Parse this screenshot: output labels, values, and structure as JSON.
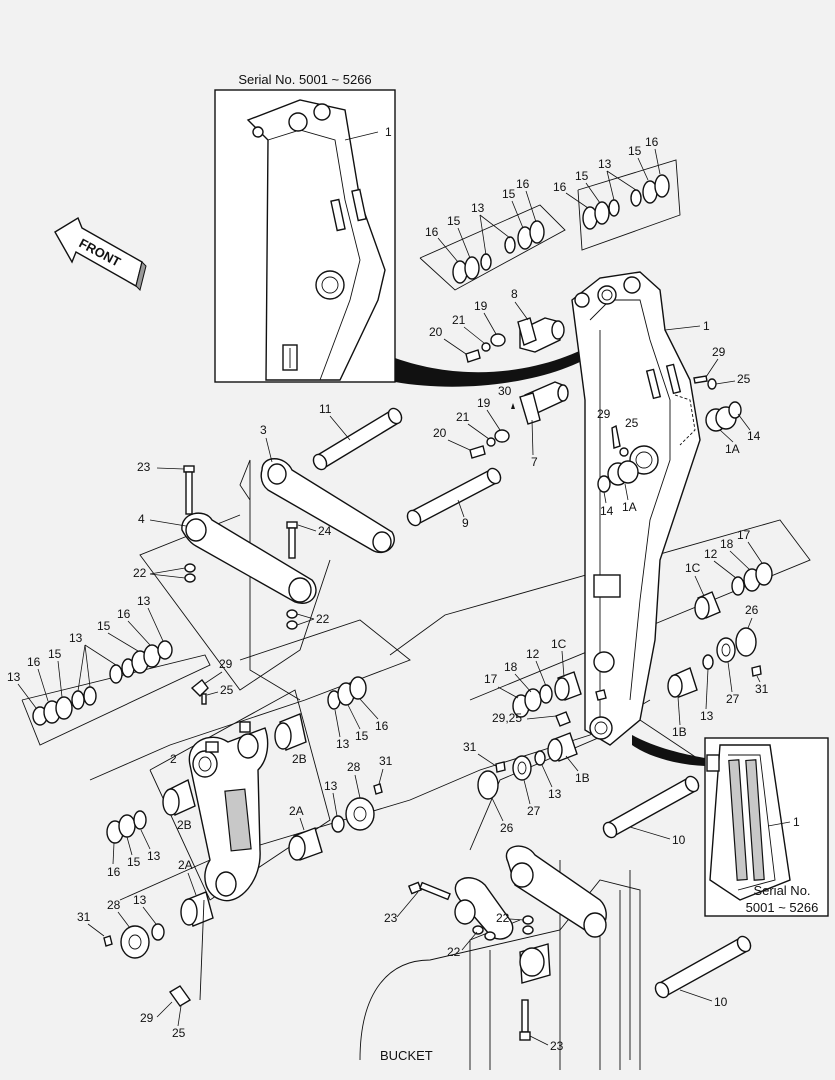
{
  "inset_top": {
    "caption": "Serial No. 5001 ~ 5266",
    "part": "1"
  },
  "inset_bottom": {
    "caption_line1": "Serial No.",
    "caption_line2": "5001 ~ 5266",
    "part": "1"
  },
  "front_arrow": {
    "label": "FRONT",
    "icon": "front-arrow-icon"
  },
  "bucket_label": "BUCKET",
  "callouts": {
    "c1_main": "1",
    "c1a_a": "1A",
    "c1a_b": "1A",
    "c1b_a": "1B",
    "c1b_b": "1B",
    "c1c_a": "1C",
    "c1c_b": "1C",
    "c2": "2",
    "c2a_a": "2A",
    "c2a_b": "2A",
    "c2b_a": "2B",
    "c2b_b": "2B",
    "c3": "3",
    "c4": "4",
    "c7": "7",
    "c8": "8",
    "c9": "9",
    "c10_a": "10",
    "c10_b": "10",
    "c11": "11",
    "c12_a": "12",
    "c12_b": "12",
    "c13_a": "13",
    "c13_b": "13",
    "c13_c": "13",
    "c13_d": "13",
    "c13_e": "13",
    "c13_f": "13",
    "c13_g": "13",
    "c13_h": "13",
    "c13_i": "13",
    "c13_j": "13",
    "c13_k": "13",
    "c13_l": "13",
    "c14_a": "14",
    "c14_b": "14",
    "c15_a": "15",
    "c15_b": "15",
    "c15_c": "15",
    "c15_d": "15",
    "c15_e": "15",
    "c15_f": "15",
    "c15_g": "15",
    "c15_h": "15",
    "c16_a": "16",
    "c16_b": "16",
    "c16_c": "16",
    "c16_d": "16",
    "c16_e": "16",
    "c16_f": "16",
    "c16_g": "16",
    "c16_h": "16",
    "c17_a": "17",
    "c17_b": "17",
    "c18_a": "18",
    "c18_b": "18",
    "c19_a": "19",
    "c19_b": "19",
    "c20_a": "20",
    "c20_b": "20",
    "c21_a": "21",
    "c21_b": "21",
    "c22_a": "22",
    "c22_b": "22",
    "c22_c": "22",
    "c22_d": "22",
    "c23_a": "23",
    "c23_b": "23",
    "c23_c": "23",
    "c24": "24",
    "c25_a": "25",
    "c25_b": "25",
    "c25_c": "25",
    "c25_d": "25",
    "c29_25": "29,25",
    "c26_a": "26",
    "c26_b": "26",
    "c27_a": "27",
    "c27_b": "27",
    "c28_a": "28",
    "c28_b": "28",
    "c29_a": "29",
    "c29_b": "29",
    "c29_c": "29",
    "c29_d": "29",
    "c30": "30",
    "c31_a": "31",
    "c31_b": "31",
    "c31_c": "31",
    "c31_d": "31"
  }
}
